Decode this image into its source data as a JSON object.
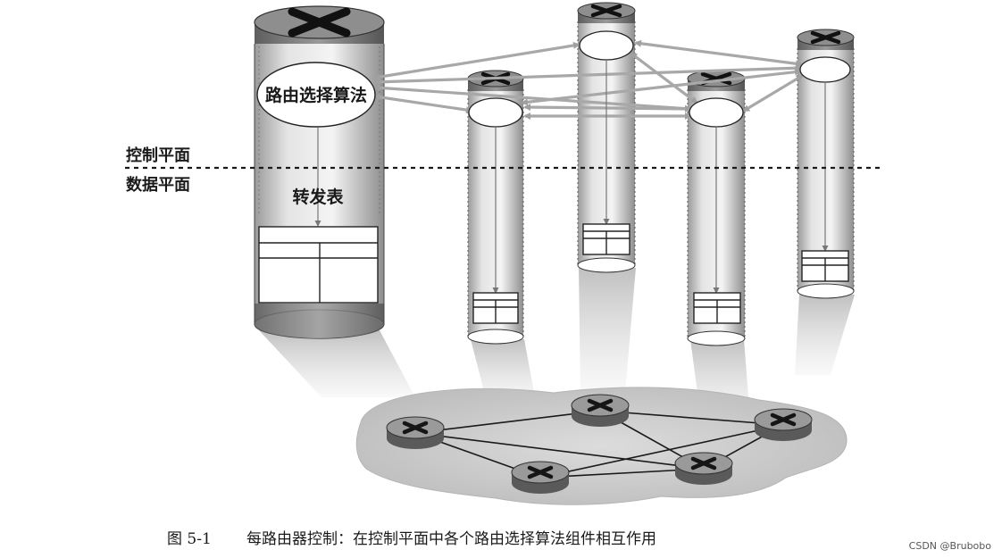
{
  "labels": {
    "algorithm": "路由选择算法",
    "forwarding_table": "转发表",
    "control_plane": "控制平面",
    "data_plane": "数据平面"
  },
  "caption": {
    "number": "图 5-1",
    "text": "每路由器控制：在控制平面中各个路由选择算法组件相互作用"
  },
  "watermark": "CSDN @Brubobo",
  "colors": {
    "line": "#1a1a1a",
    "arrow": "#a8a8a8",
    "router_top": "#8e8e8e",
    "router_band": "#666666",
    "cloud": "#c9c9c9"
  }
}
